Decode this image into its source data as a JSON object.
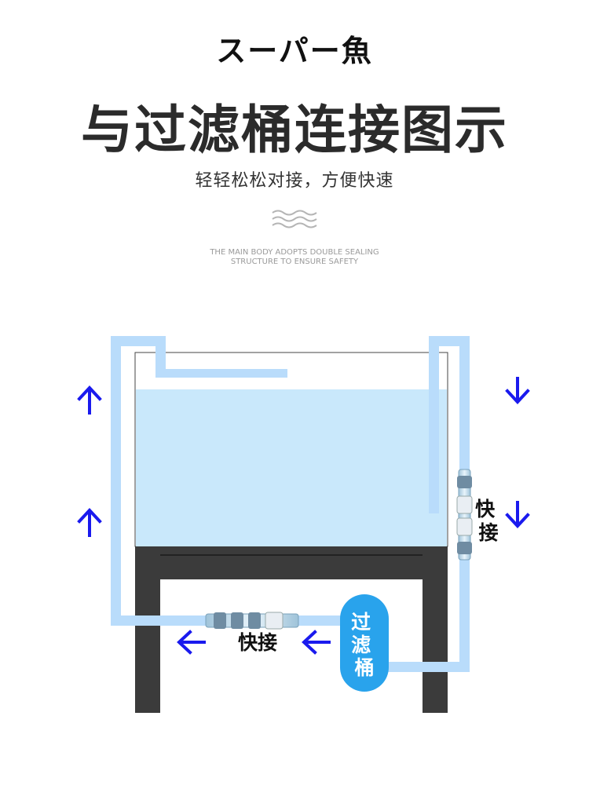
{
  "header": {
    "brand": "スーパー魚",
    "headline": "与过滤桶连接图示",
    "subline": "轻轻松松对接，方便快速",
    "english_line1": "THE MAIN BODY ADOPTS DOUBLE SEALING",
    "english_line2": "STRUCTURE TO ENSURE SAFETY"
  },
  "diagram": {
    "quick_connect_right": "快\n接",
    "quick_connect_bottom": "快接",
    "filter_canister": "过\n滤\n桶",
    "colors": {
      "water": "#c9e8fb",
      "pipe": "#b9dcfb",
      "stand": "#3b3b3b",
      "arrow": "#1a1aee",
      "canister": "#29a3ec"
    },
    "icons": [
      "up-arrow-icon",
      "down-arrow-icon",
      "left-arrow-icon",
      "wave-divider-icon",
      "quick-connector-icon"
    ]
  }
}
